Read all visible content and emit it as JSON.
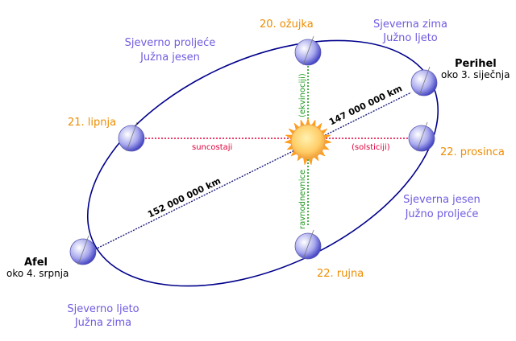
{
  "dates": {
    "march": "20. ožujka",
    "june": "21. lipnja",
    "september": "22. rujna",
    "december": "22. prosinca"
  },
  "seasons": {
    "spring_north": "Sjeverno proljeće",
    "autumn_south": "Južna jesen",
    "winter_north": "Sjeverna zima",
    "summer_south": "Južno ljeto",
    "autumn_north": "Sjeverna jesen",
    "spring_south": "Južno proljeće",
    "summer_north": "Sjeverno ljeto",
    "winter_south": "Južna zima"
  },
  "perihelion": {
    "title": "Perihel",
    "date": "oko 3. siječnja",
    "distance": "147 000 000 km"
  },
  "aphelion": {
    "title": "Afel",
    "date": "oko 4. srpnja",
    "distance": "152 000 000 km"
  },
  "lines": {
    "solstices_left": "suncostaji",
    "solstices_right": "(solsticiji)",
    "equinoxes_lower": "ravnodnevnice",
    "equinoxes_upper": "(ekvinociji)"
  },
  "colors": {
    "date_text": "#ee8c00",
    "season_text": "#6f5ce0",
    "solstice_line": "#e0003c",
    "equinox_line": "#1e9a1e",
    "orbit": "#00008b",
    "sun": "#ffc04a"
  }
}
